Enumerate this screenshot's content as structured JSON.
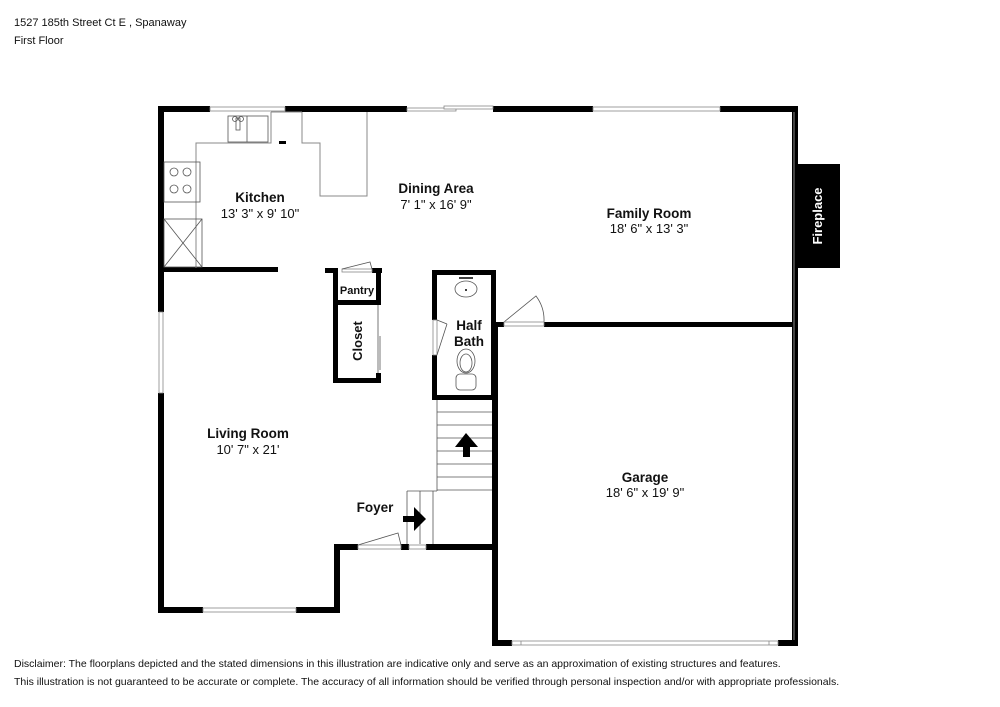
{
  "header": {
    "address": "1527 185th Street Ct E , Spanaway",
    "floor": "First Floor"
  },
  "rooms": {
    "kitchen": {
      "name": "Kitchen",
      "dims": "13' 3\" x 9' 10\""
    },
    "dining": {
      "name": "Dining Area",
      "dims": "7' 1\" x 16' 9\""
    },
    "family": {
      "name": "Family Room",
      "dims": "18' 6\" x 13' 3\""
    },
    "living": {
      "name": "Living Room",
      "dims": "10' 7\" x 21'"
    },
    "garage": {
      "name": "Garage",
      "dims": "18' 6\" x 19' 9\""
    },
    "pantry": {
      "name": "Pantry"
    },
    "closet": {
      "name": "Closet"
    },
    "half_bath": {
      "name_line1": "Half",
      "name_line2": "Bath"
    },
    "foyer": {
      "name": "Foyer"
    },
    "fireplace": {
      "name": "Fireplace"
    }
  },
  "colors": {
    "wall": "#000000",
    "fixture_line": "#888888",
    "background": "#ffffff"
  },
  "disclaimer": {
    "line1": "Disclaimer: The floorplans depicted and the stated dimensions in this illustration are indicative only and serve as an approximation of existing structures and features.",
    "line2": "This illustration is not guaranteed to be accurate or complete. The accuracy of all information should be verified through personal inspection and/or with appropriate professionals."
  }
}
